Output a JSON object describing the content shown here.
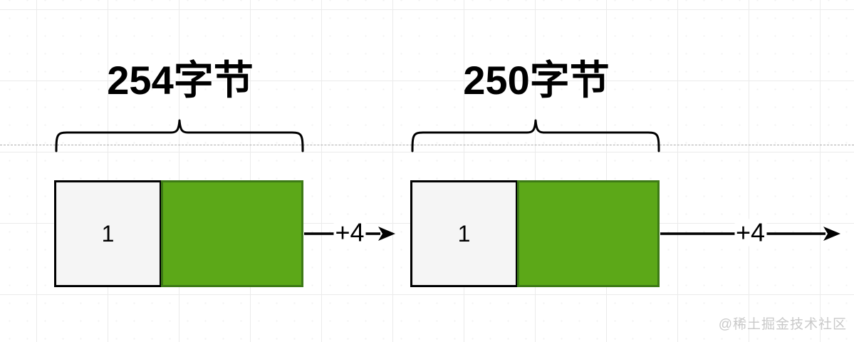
{
  "diagram": {
    "groups": [
      {
        "size_label": "254字节",
        "cell_value": "1",
        "arrow_label": "+4"
      },
      {
        "size_label": "250字节",
        "cell_value": "1",
        "arrow_label": "+4"
      }
    ],
    "colors": {
      "green_fill": "#5ca818",
      "green_border": "#3d7a16",
      "white_cell_fill": "#f5f5f5",
      "stroke_black": "#000000",
      "dashed_guide": "#ababab",
      "grid_major": "#ebebeb",
      "watermark_gray": "#c9c9c9"
    }
  },
  "watermark": {
    "text": "@稀土掘金技术社区"
  }
}
